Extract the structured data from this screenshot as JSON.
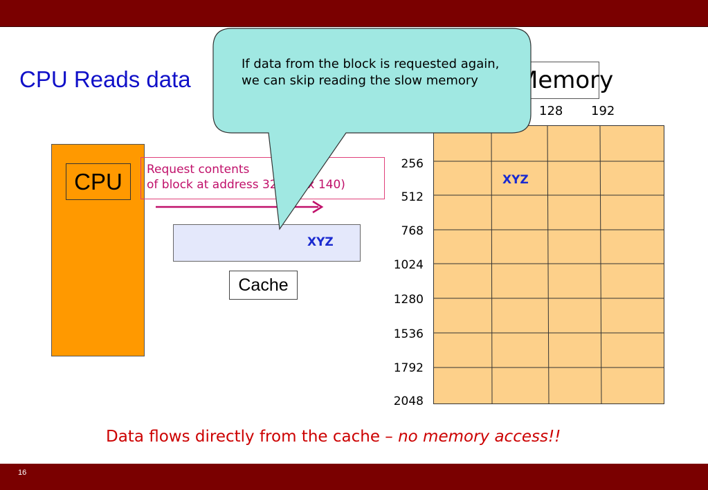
{
  "slide": {
    "title": "CPU Reads data",
    "number": "16"
  },
  "cpu": {
    "label": "CPU"
  },
  "request": {
    "line1": "Request contents",
    "line2": "of block at address 320 (hex 140)"
  },
  "cache": {
    "label": "Cache",
    "contents": "XYZ"
  },
  "memory": {
    "label": "Memory",
    "column_labels": [
      "128",
      "192"
    ],
    "row_labels": [
      "256",
      "512",
      "768",
      "1024",
      "1280",
      "1536",
      "1792",
      "2048"
    ],
    "block_contents": "XYZ"
  },
  "callout": {
    "text": "If data from the block is requested again, we can skip reading the slow memory"
  },
  "footer": {
    "main": "Data flows directly from the cache – ",
    "emphasis": "no memory access!!"
  },
  "colors": {
    "header_bar": "#7a0000",
    "title": "#1010c8",
    "cpu_fill": "#ff9900",
    "memory_fill": "#fdd08a",
    "cache_fill": "#e4e8fb",
    "callout_fill": "#a0e8e2",
    "request_text": "#c0106a",
    "footer_text": "#cc0000",
    "xyz_text": "#1a2ad0"
  }
}
